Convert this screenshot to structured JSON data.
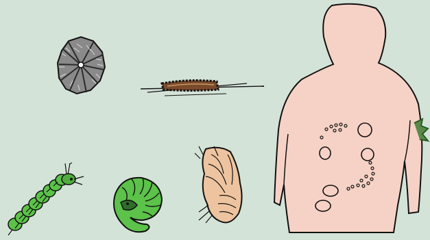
{
  "colors": {
    "background": "#d4e3d7",
    "skin": "#f6d2c6",
    "outline": "#111111",
    "larva_green": "#5cc24a",
    "larva_light_green": "#8fd36b",
    "pupa_tan": "#edc49f",
    "case_gray": "#8a8a8a",
    "case_dark": "#3a3a3a"
  },
  "figures": [
    {
      "name": "twig-leaf-bundle-case",
      "icon": "spiral-leaf-case-icon"
    },
    {
      "name": "stick-case-on-twig",
      "icon": "stick-case-icon"
    },
    {
      "name": "green-caterpillar-larva",
      "icon": "caterpillar-icon"
    },
    {
      "name": "green-curled-grub",
      "icon": "curled-grub-icon"
    },
    {
      "name": "tan-pupa",
      "icon": "pupa-icon"
    },
    {
      "name": "human-torso-with-lesion-marks",
      "icon": "human-torso-icon"
    }
  ]
}
